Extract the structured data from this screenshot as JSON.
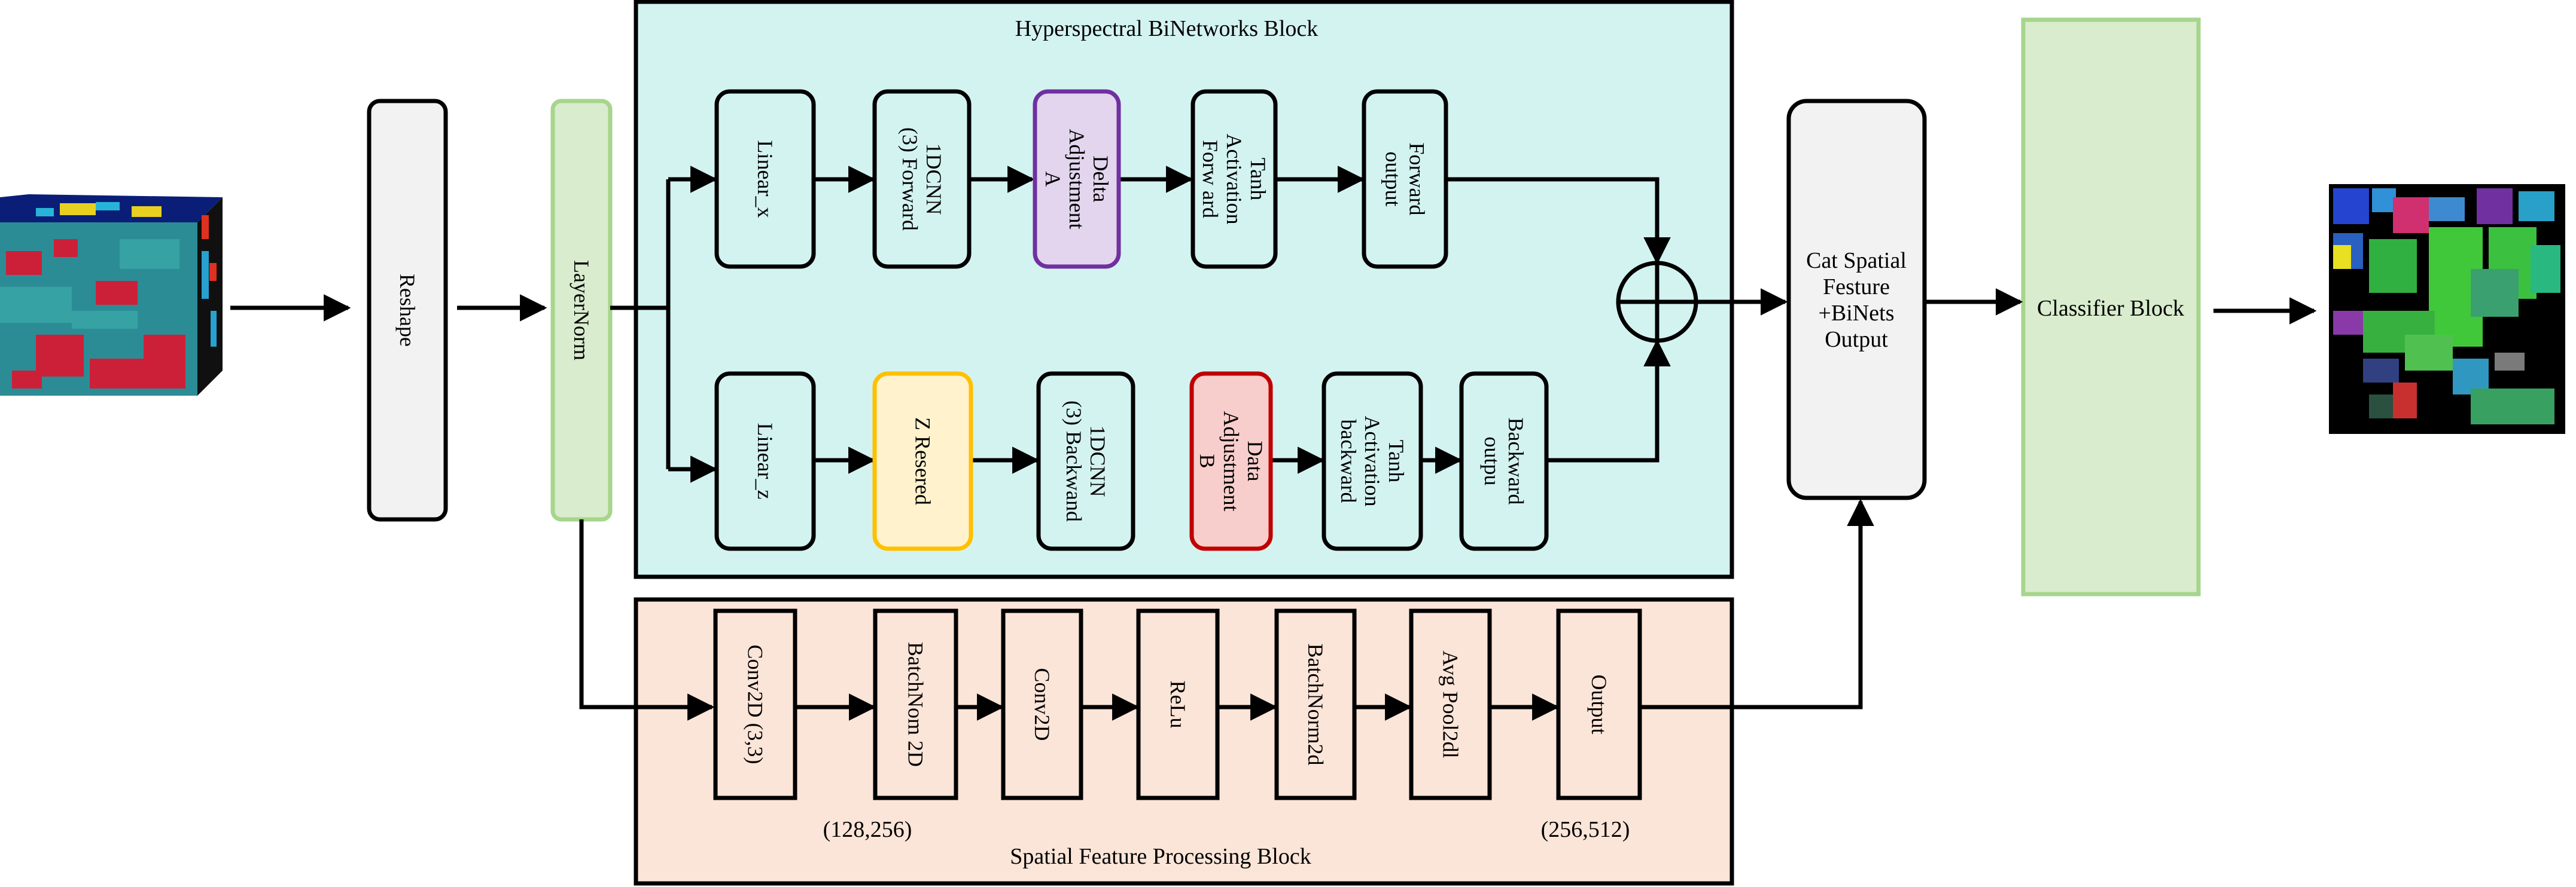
{
  "colors": {
    "biNetworksBlockFill": "#d3f3f1",
    "spatialBlockFill": "#fbe5d8",
    "layerNormFill": "#d9ecce",
    "layerNormBorder": "#a6d58c",
    "classifierFill": "#d9ecce",
    "classifierBorder": "#a6d58c",
    "neutralBoxFill": "#f2f2f2",
    "deltaFill": "#e2d5ed",
    "deltaBorder": "#7030a0",
    "zReservedFill": "#fff2cc",
    "zReservedBorder": "#ffc000",
    "dataAdjFill": "#f8cecc",
    "dataAdjBorder": "#c00000",
    "line": "#000000"
  },
  "input_image": {
    "icon": "hyperspectral-cube-icon"
  },
  "output_image": {
    "icon": "classification-map-icon"
  },
  "blocks": {
    "reshape": "Reshape",
    "layernorm": "LayerNorm",
    "biNetworksTitle": "Hyperspectral BiNetworks Block",
    "spatialTitle": "Spatial Feature Processing Block",
    "cat": [
      "Cat Spatial",
      "Festure",
      "+BiNets",
      "Output"
    ],
    "classifier": "Classifier Block"
  },
  "forward_path": [
    {
      "lines": [
        "Linear_x"
      ]
    },
    {
      "lines": [
        "1DCNN",
        "(3) Forward"
      ]
    },
    {
      "lines": [
        "Delta",
        "Adjustment",
        "A"
      ]
    },
    {
      "lines": [
        "Tanh",
        "Activation",
        "Forw ard"
      ]
    },
    {
      "lines": [
        "Forward",
        "output"
      ]
    }
  ],
  "backward_path": [
    {
      "lines": [
        "Linear_z"
      ]
    },
    {
      "lines": [
        "Z Resered"
      ]
    },
    {
      "lines": [
        "1DCNN",
        "(3) Backwand"
      ]
    },
    {
      "lines": [
        "Data",
        "Adjustment",
        "B"
      ]
    },
    {
      "lines": [
        "Tanh",
        "Activation",
        "backward"
      ]
    },
    {
      "lines": [
        "Backward",
        "outpu"
      ]
    }
  ],
  "spatial_path": [
    {
      "lines": [
        "Conv2D (3,3)"
      ]
    },
    {
      "lines": [
        "BatchNom 2D"
      ]
    },
    {
      "lines": [
        "Conv2D"
      ]
    },
    {
      "lines": [
        "ReLu"
      ]
    },
    {
      "lines": [
        "BatchNorm2d"
      ]
    },
    {
      "lines": [
        "Avg Pool2dl"
      ]
    },
    {
      "lines": [
        "Output"
      ]
    }
  ],
  "annotations": {
    "shapeA": "(128,256)",
    "shapeB": "(256,512)"
  }
}
